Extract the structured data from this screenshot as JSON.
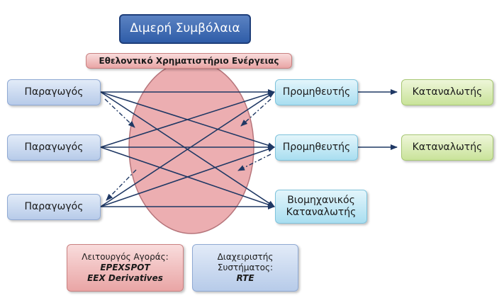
{
  "title": "Διμερή Συμβόλαια",
  "exchange": "Εθελοντικό Χρηματιστήριο Ενέργειας",
  "producers": [
    "Παραγωγός",
    "Παραγωγός",
    "Παραγωγός"
  ],
  "suppliers": [
    "Προμηθευτής",
    "Προμηθευτής"
  ],
  "industrial_consumer": {
    "line1": "Βιομηχανικός",
    "line2": "Καταναλωτής"
  },
  "consumers": [
    "Καταναλωτής",
    "Καταναλωτής"
  ],
  "market_operator": {
    "label": "Λειτουργός Αγοράς:",
    "name1": "EPEXSPOT",
    "name2": "EEX Derivatives"
  },
  "system_operator": {
    "label1": "Διαχειριστής",
    "label2": "Συστήματος:",
    "name": "RTE"
  },
  "colors": {
    "title_bg": "#2f5da8",
    "producer": "#b7cbe9",
    "supplier": "#a9def0",
    "consumer": "#c9e39a",
    "exchange": "#e9a5a5",
    "arrow": "#1f3864"
  }
}
